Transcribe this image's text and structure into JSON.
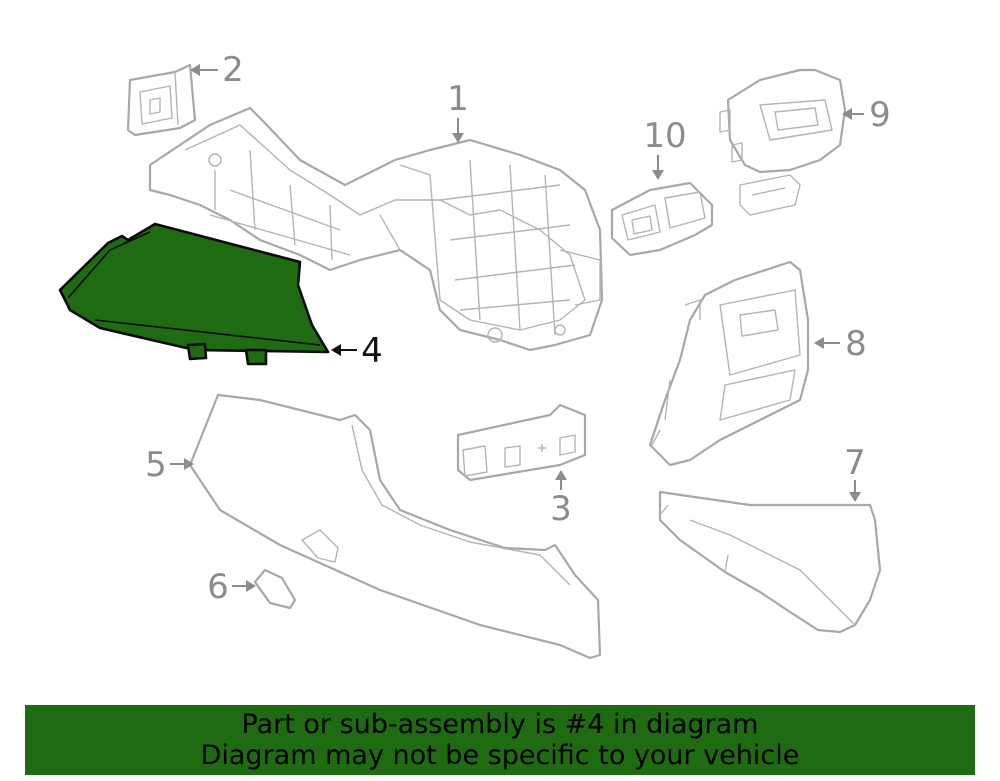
{
  "callouts": {
    "c1": "1",
    "c2": "2",
    "c3": "3",
    "c4": "4",
    "c5": "5",
    "c6": "6",
    "c7": "7",
    "c8": "8",
    "c9": "9",
    "c10": "10"
  },
  "highlighted_part": "4",
  "colors": {
    "highlight_fill": "#1e6b12",
    "banner_background": "#1e6b12",
    "line_gray": "#a8a8a8"
  },
  "banner": {
    "line1": "Part or sub-assembly is #4 in diagram",
    "line2": "Diagram may not be specific to your vehicle"
  }
}
